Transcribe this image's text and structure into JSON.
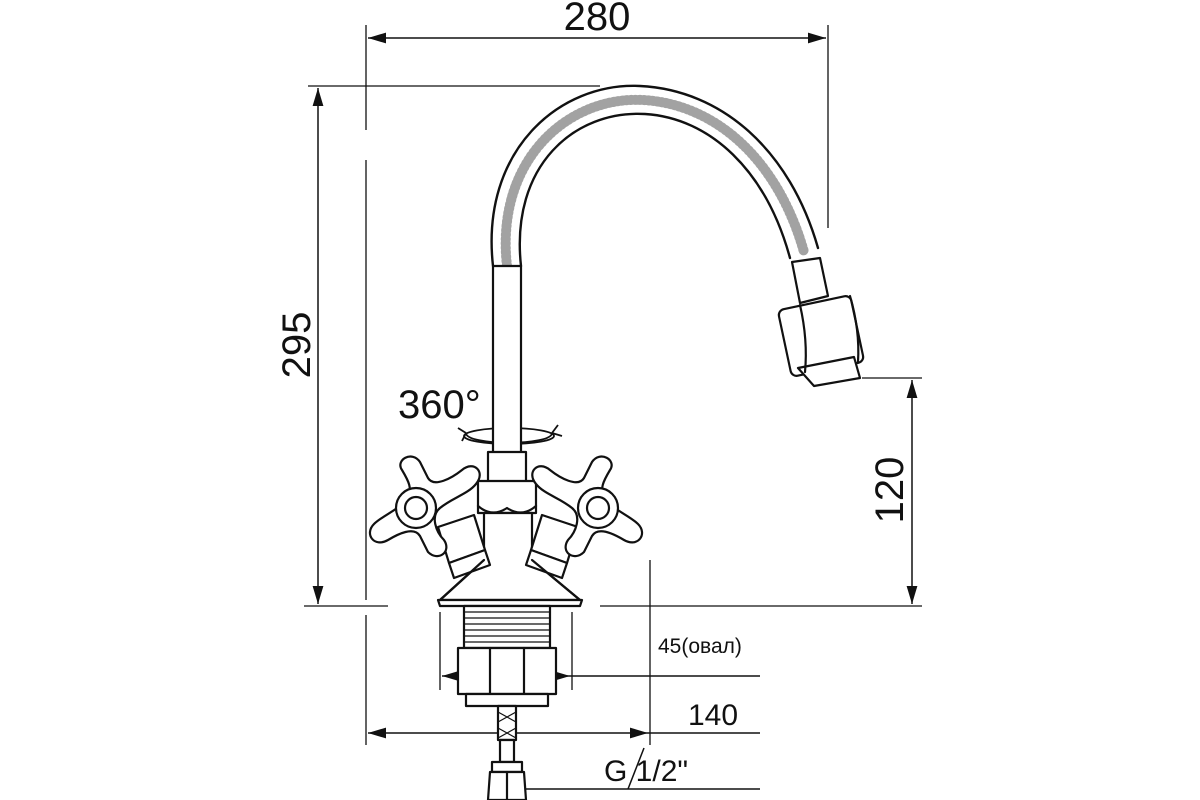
{
  "diagram": {
    "dimensions": {
      "width_top": "280",
      "height_total": "295",
      "spout_height": "120",
      "mount_oval": "45(овал)",
      "base_width": "140",
      "connection": "G 1/2\""
    },
    "rotation_label": "360°",
    "colors": {
      "line": "#111111",
      "background": "#ffffff"
    }
  }
}
